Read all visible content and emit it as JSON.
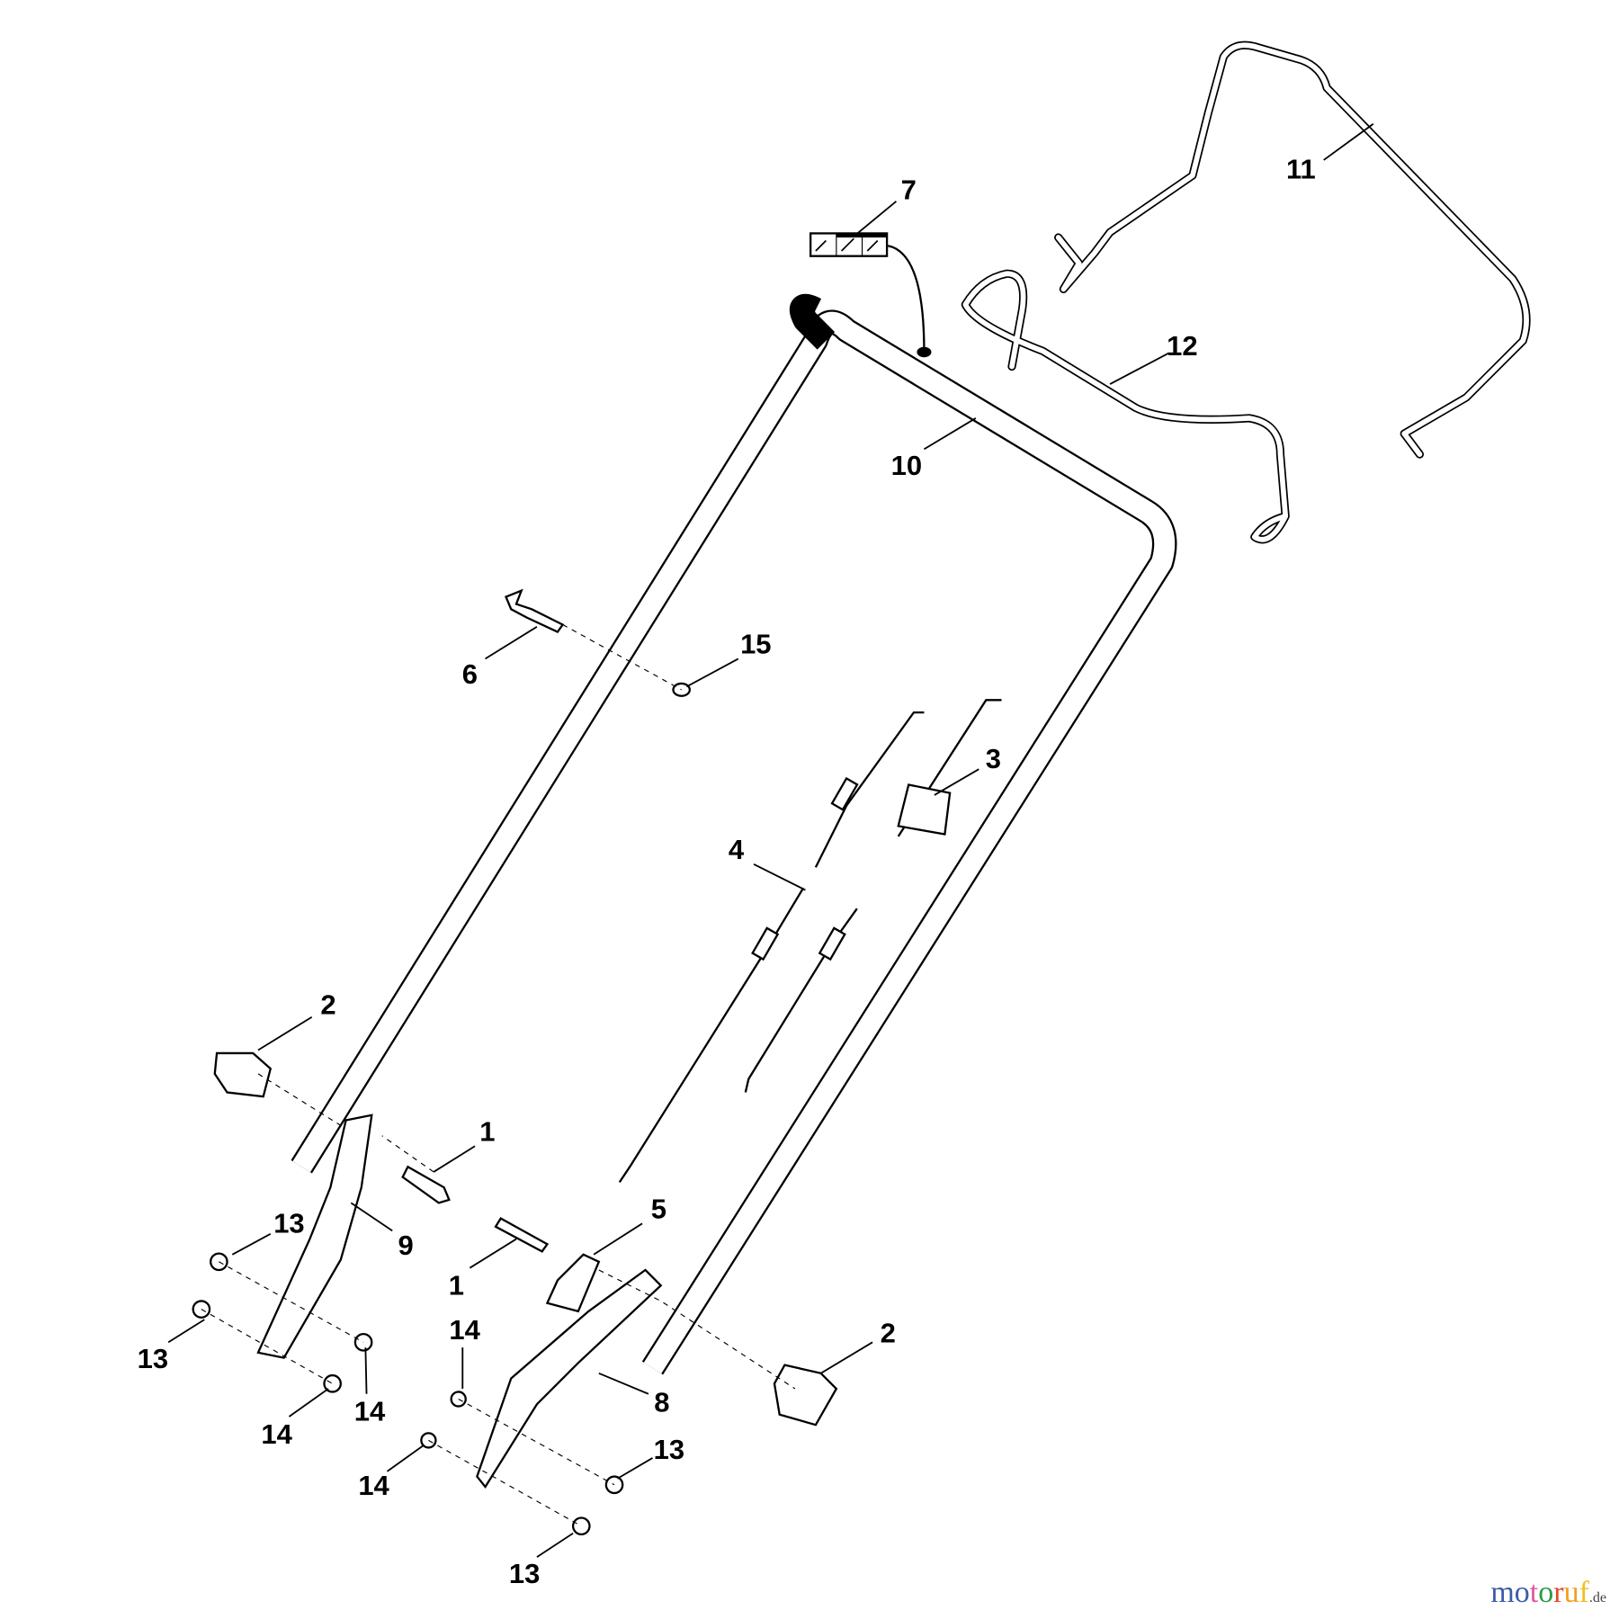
{
  "diagram": {
    "callouts": [
      "7",
      "11",
      "12",
      "10",
      "15",
      "6",
      "3",
      "4",
      "2",
      "1",
      "5",
      "13",
      "9",
      "1",
      "14",
      "2",
      "13",
      "8",
      "14",
      "14",
      "13",
      "14",
      "13"
    ]
  },
  "label_7": {
    "headers": [
      "■■■■",
      "■■■■"
    ]
  },
  "watermark": {
    "text": "motoruf",
    "suffix": ".de",
    "colors": [
      "#3b5bab",
      "#3b5bab",
      "#e2579a",
      "#2e9a48",
      "#e04a2a",
      "#f0a020",
      "#f0c020"
    ]
  }
}
